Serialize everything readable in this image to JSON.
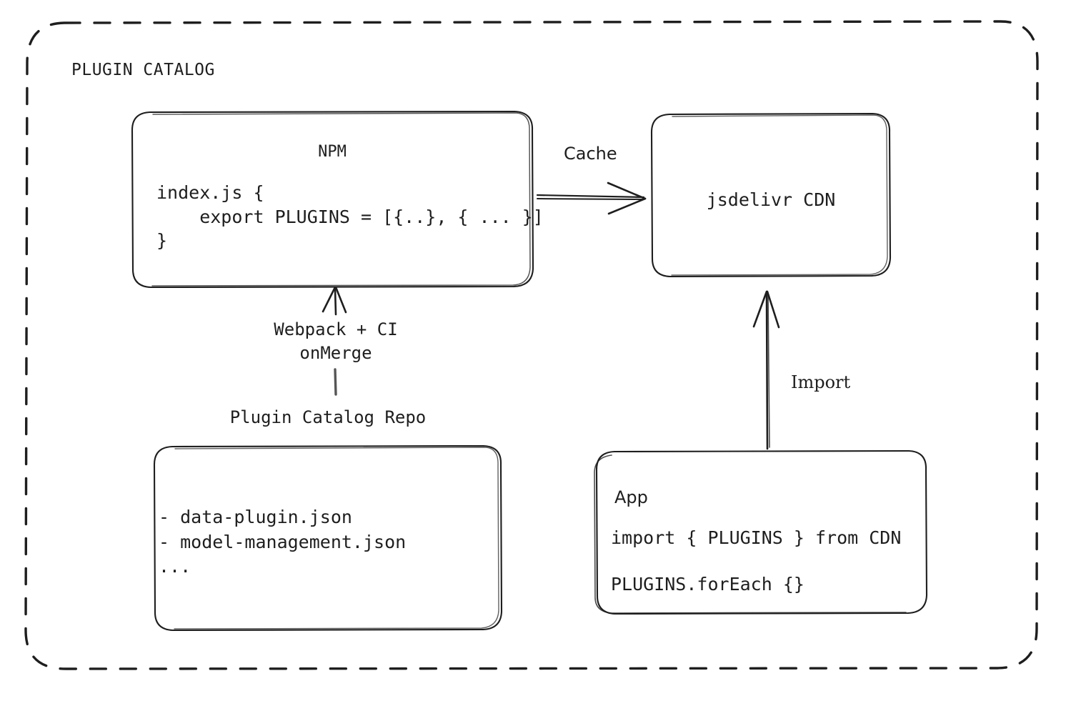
{
  "diagram": {
    "title": "PLUGIN CATALOG",
    "background": "#ffffff",
    "stroke_color": "#1e1e1e",
    "nodes": {
      "npm": {
        "name": "NPM",
        "code": "index.js {\n    export PLUGINS = [{..}, { ... }]\n}"
      },
      "cdn": {
        "name": "jsdelivr CDN"
      },
      "repo": {
        "label": "Plugin Catalog Repo",
        "files": "- data-plugin.json\n- model-management.json\n..."
      },
      "app": {
        "name": "App",
        "line1": "import { PLUGINS } from CDN",
        "line2": "PLUGINS.forEach {}"
      }
    },
    "edges": {
      "cache": {
        "label": "Cache",
        "from": "npm",
        "to": "cdn",
        "direction": "right"
      },
      "build": {
        "label": "Webpack + CI\nonMerge",
        "from": "repo",
        "to": "npm",
        "direction": "up"
      },
      "import": {
        "label": "Import",
        "from": "app",
        "to": "cdn",
        "direction": "up"
      }
    }
  }
}
